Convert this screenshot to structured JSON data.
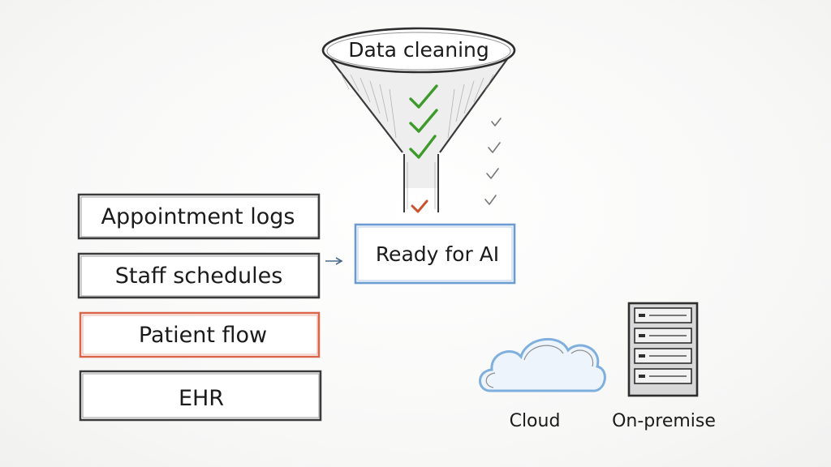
{
  "sources": [
    {
      "label": "Appointment logs",
      "color": "#3a3a3a"
    },
    {
      "label": "Staff schedules",
      "color": "#3a3a3a"
    },
    {
      "label": "Patient flow",
      "color": "#d9664a"
    },
    {
      "label": "EHR",
      "color": "#3a3a3a"
    }
  ],
  "funnel": {
    "label": "Data cleaning",
    "check_color": "#3f9a2c",
    "last_check_color": "#c9532f"
  },
  "output": {
    "label": "Ready for AI",
    "border_color": "#6c9bd2"
  },
  "deploy": {
    "cloud_label": "Cloud",
    "server_label": "On-premise",
    "cloud_color": "#7fb0dd"
  }
}
